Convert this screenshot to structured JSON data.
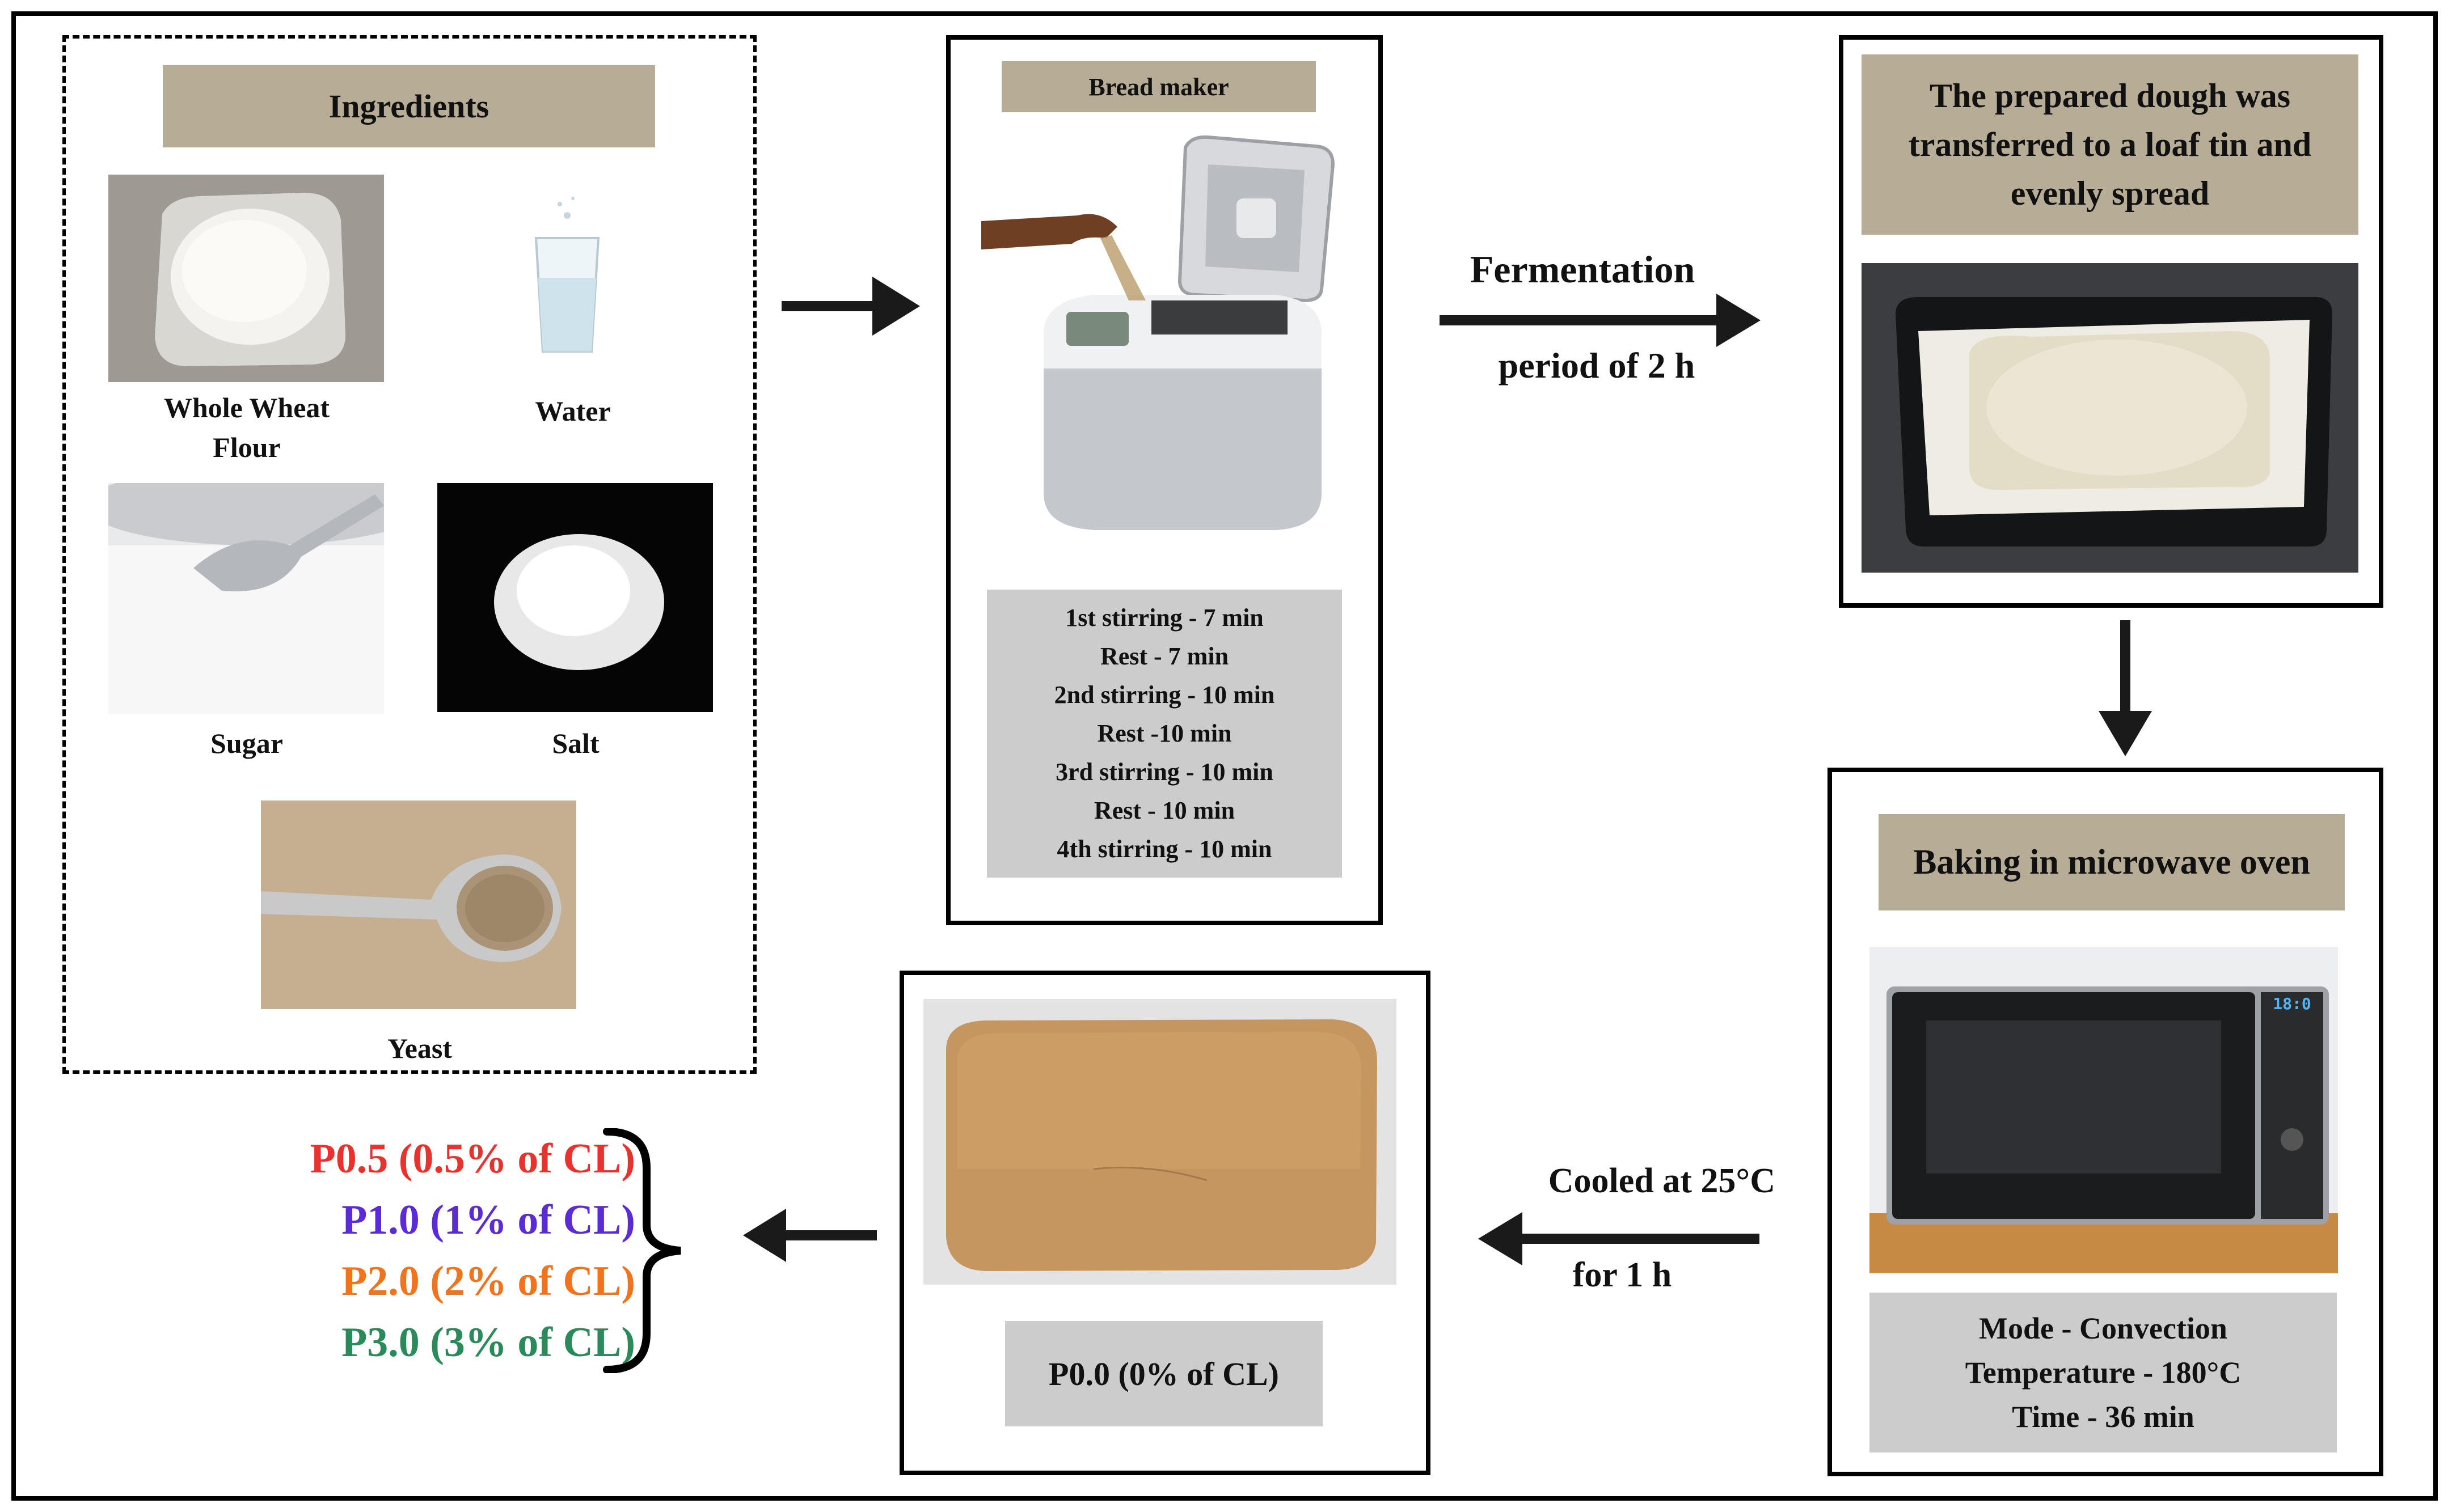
{
  "ingredients": {
    "title": "Ingredients",
    "flour": "Whole Wheat Flour",
    "water": "Water",
    "sugar": "Sugar",
    "salt": "Salt",
    "yeast": "Yeast"
  },
  "bread_maker": {
    "title": "Bread maker",
    "steps": [
      "1st stirring  - 7 min",
      "Rest - 7 min",
      "2nd stirring - 10 min",
      "Rest -10 min",
      "3rd stirring - 10 min",
      "Rest - 10 min",
      "4th stirring - 10 min"
    ]
  },
  "fermentation": {
    "title": "Fermentation",
    "period": "period of 2 h"
  },
  "loaf_tin": {
    "caption": "The prepared dough was transferred to a loaf tin and evenly spread"
  },
  "baking": {
    "title": "Baking in microwave oven",
    "settings": [
      "Mode - Convection",
      "Temperature - 180°C",
      "Time - 36 min"
    ]
  },
  "cooling": {
    "line1": "Cooled at 25°C",
    "line2": "for 1 h"
  },
  "bread": {
    "label": "P0.0 (0% of CL)"
  },
  "variants": [
    {
      "text": "P0.5 (0.5% of CL)",
      "color": "#e8322e"
    },
    {
      "text": "P1.0 (1% of CL)",
      "color": "#5b2bd6"
    },
    {
      "text": "P2.0 (2% of CL)",
      "color": "#f0731e"
    },
    {
      "text": "P3.0 (3% of CL)",
      "color": "#2a8a5a"
    }
  ],
  "oven_display": "18:0"
}
